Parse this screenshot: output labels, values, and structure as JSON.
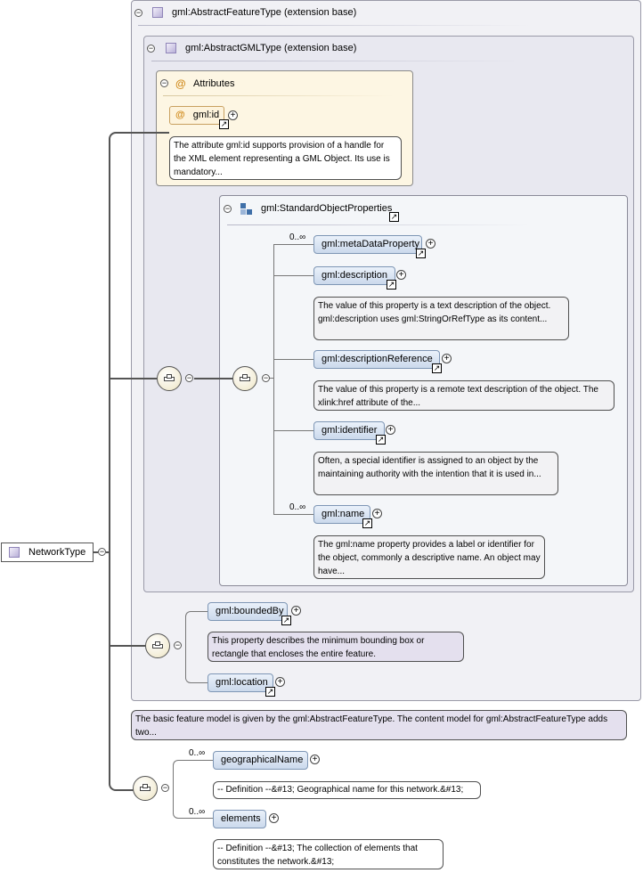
{
  "root": {
    "name": "NetworkType"
  },
  "abstract_feature": {
    "title": "gml:AbstractFeatureType (extension base)",
    "note": "The basic feature model is given by the gml:AbstractFeatureType. The content model for gml:AbstractFeatureType adds two..."
  },
  "abstract_gml": {
    "title": "gml:AbstractGMLType (extension base)"
  },
  "attributes": {
    "title": "Attributes",
    "gml_id": "gml:id",
    "gml_id_note": "The attribute gml:id supports provision of a handle for the XML element representing a GML Object. Its use is mandatory..."
  },
  "standard_props": {
    "title": "gml:StandardObjectProperties",
    "metaDataProperty": {
      "label": "gml:metaDataProperty",
      "card": "0..∞"
    },
    "description": {
      "label": "gml:description",
      "note": "The value of this property is a text description of the object. gml:description uses gml:StringOrRefType as its content..."
    },
    "descriptionReference": {
      "label": "gml:descriptionReference",
      "note": "The value of this property is a remote text description of the object. The xlink:href attribute of the..."
    },
    "identifier": {
      "label": "gml:identifier",
      "note": "Often, a special identifier is assigned to an object by the maintaining authority with the intention that it is used in..."
    },
    "name": {
      "label": "gml:name",
      "card": "0..∞",
      "note": "The gml:name property provides a label or identifier for the object, commonly a descriptive name. An object may have..."
    }
  },
  "feature_props": {
    "boundedBy": {
      "label": "gml:boundedBy",
      "note": "This property describes the minimum bounding box or rectangle that encloses the entire feature."
    },
    "location": {
      "label": "gml:location"
    }
  },
  "network": {
    "geographicalName": {
      "label": "geographicalName",
      "card": "0..∞",
      "note": "-- Definition --&#13; Geographical name for this network.&#13;"
    },
    "elements": {
      "label": "elements",
      "card": "0..∞",
      "note": "-- Definition --&#13; The collection of elements that constitutes the network.&#13;"
    }
  },
  "symbols": {
    "toggle": "−",
    "attr_icon": "@",
    "ref": "↗",
    "plus": "+"
  },
  "colors": {
    "attributes_panel": "#fdf6e3",
    "element_fill": "#d6e3f2",
    "note_lavender": "#e4e0ee",
    "panel_border": "#9a9aa8"
  }
}
